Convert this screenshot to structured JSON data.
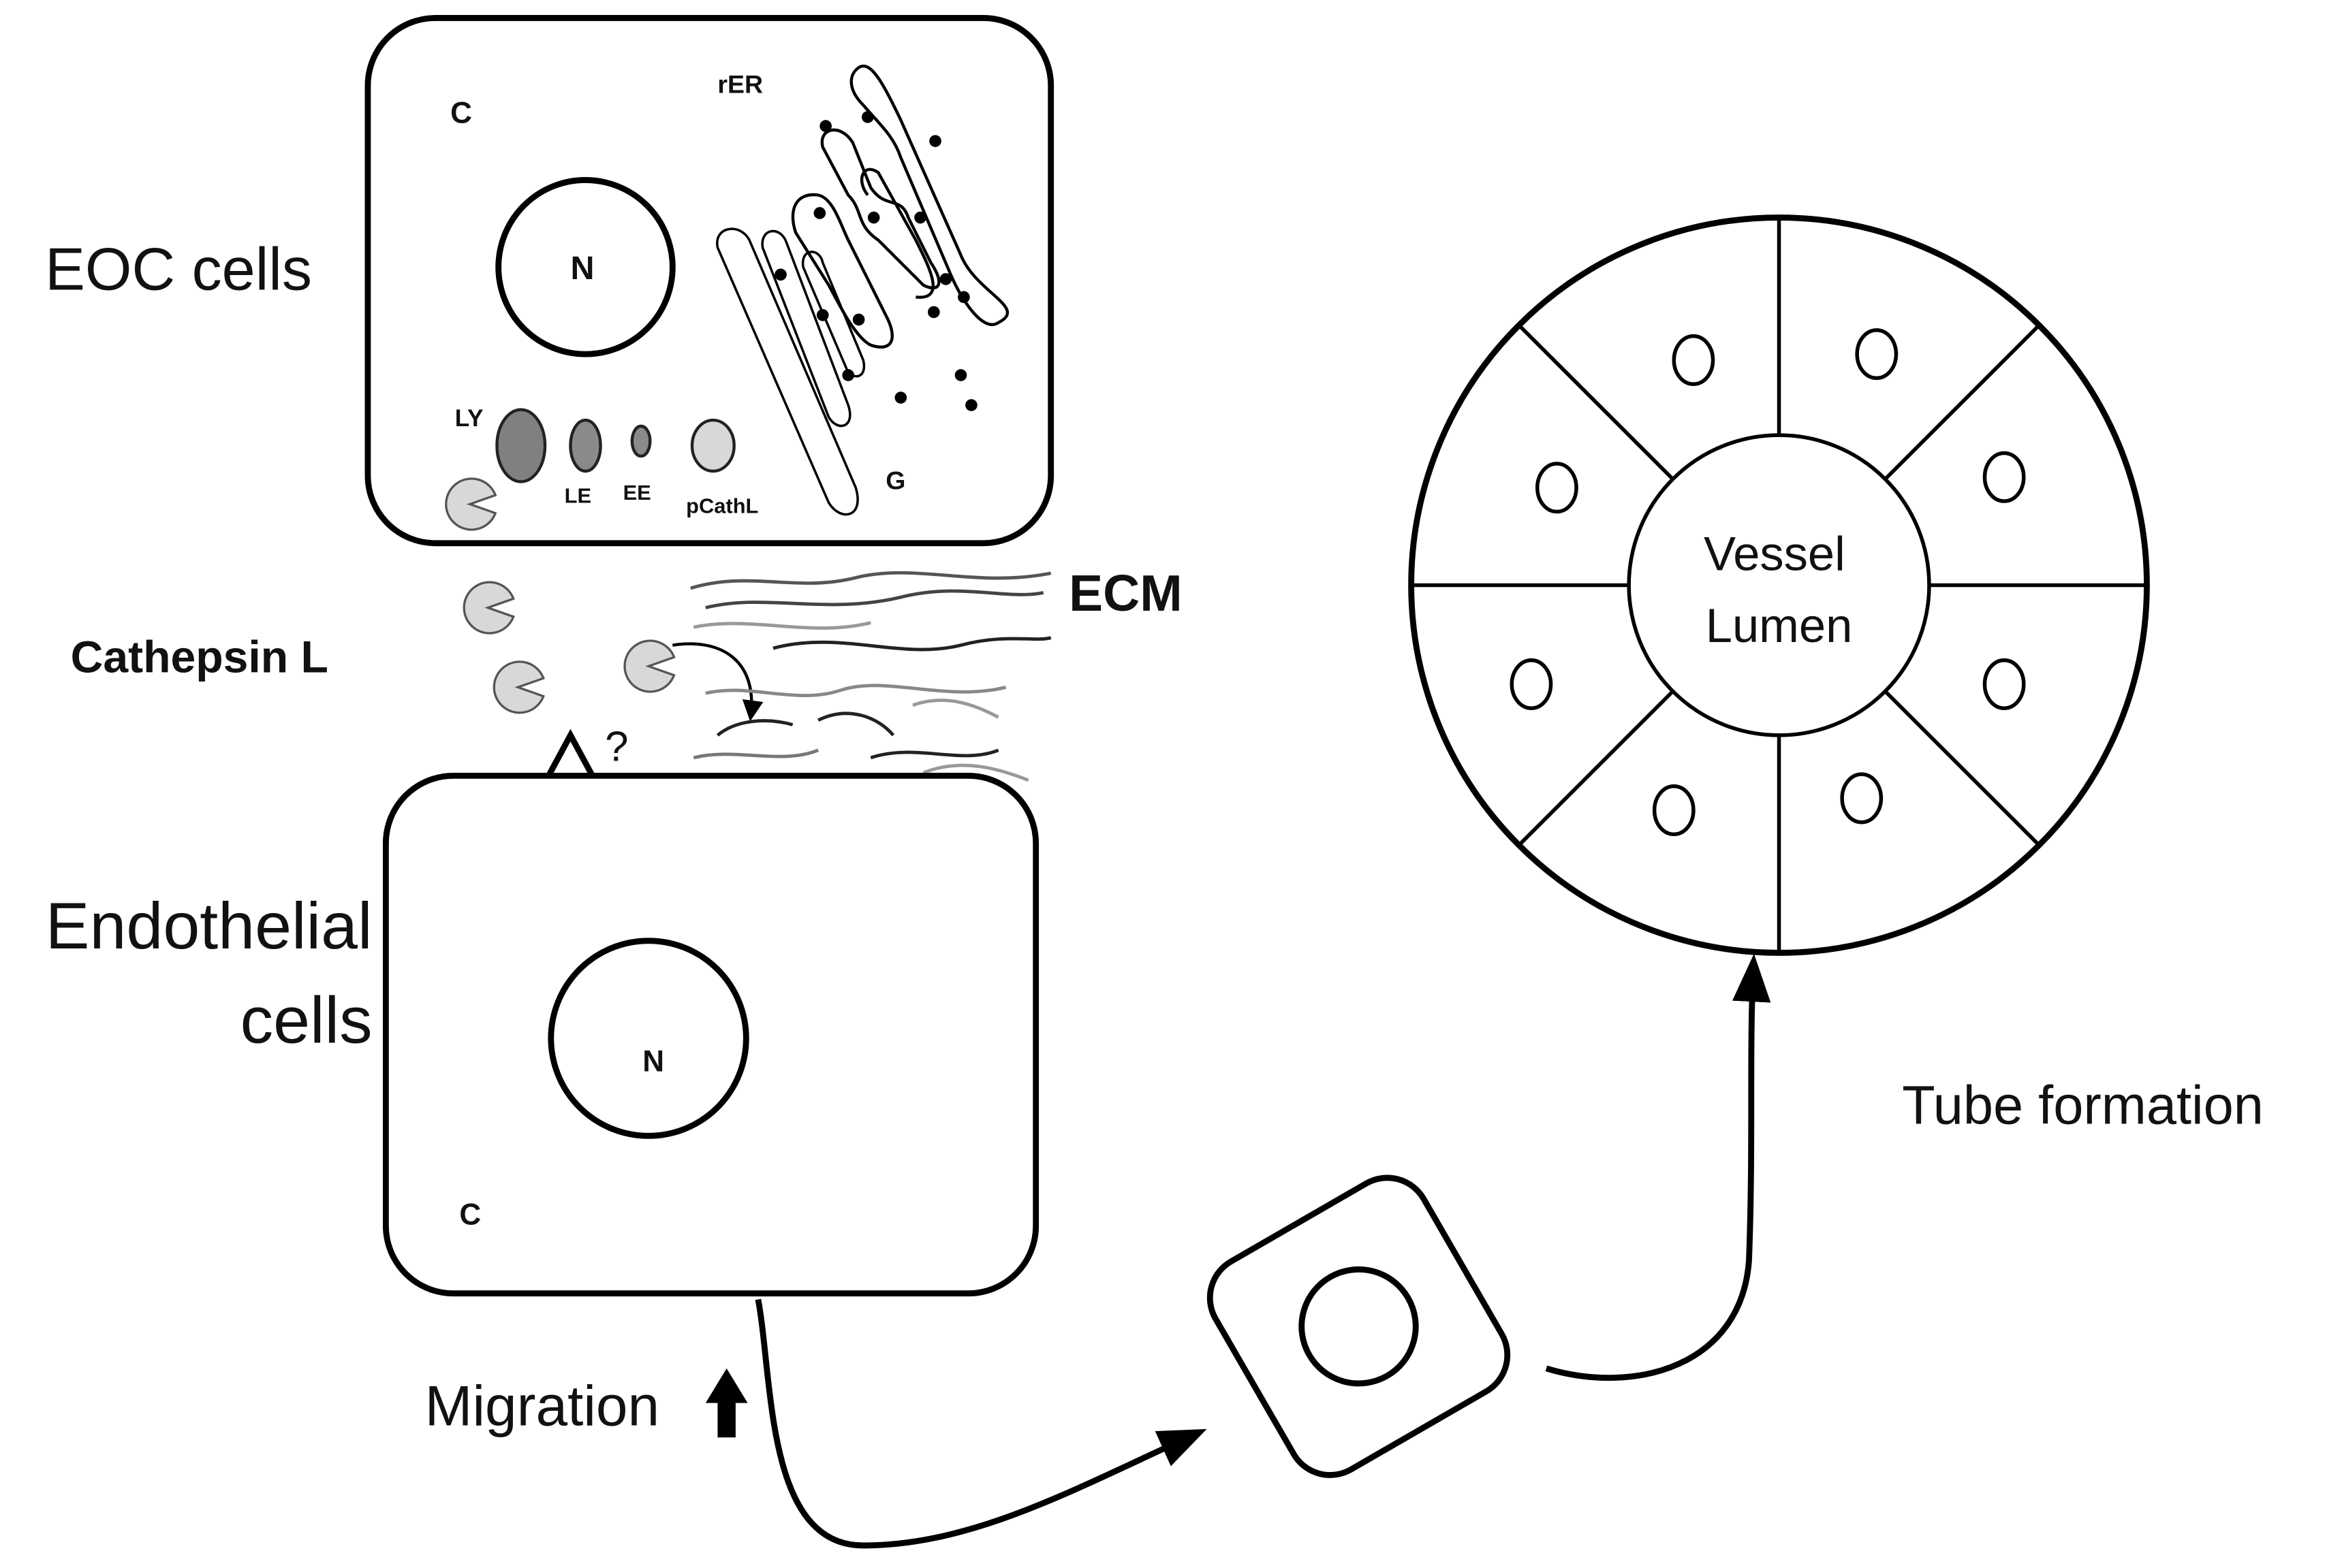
{
  "eoc_cell": {
    "label": "EOC cells",
    "cytoplasm": "C",
    "nucleus": "N",
    "rer": "rER",
    "golgi": "G",
    "lysosome": "LY",
    "late_endosome": "LE",
    "early_endosome": "EE",
    "procathepsin": "pCathL"
  },
  "cathepsin_label": "Cathepsin L",
  "ecm_label": "ECM",
  "question_mark": "?",
  "endothelial_cell": {
    "label_line1": "Endothelial",
    "label_line2": "cells",
    "nucleus": "N",
    "cytoplasm": "C"
  },
  "migration_label": "Migration",
  "vessel": {
    "lumen_line1": "Vessel",
    "lumen_line2": "Lumen"
  },
  "tube_formation_label": "Tube formation",
  "colors": {
    "lysosome": "#808080",
    "endosome": "#8a8a8a",
    "procathepsin": "#d8d8d8",
    "cathepsin": "#d8d8d8"
  }
}
